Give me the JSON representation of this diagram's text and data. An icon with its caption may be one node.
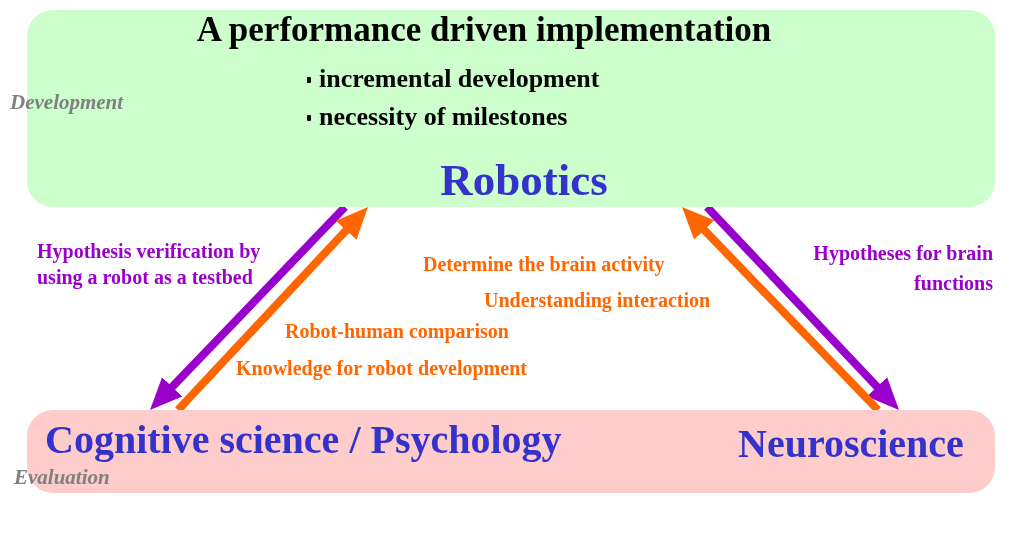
{
  "diagram": {
    "nodes": [
      {
        "text": [
          "A performance driven implementation",
          "incremental development",
          "necessity of milestones",
          "Robotics"
        ]
      },
      {
        "text": [
          "Cognitive science / Psychology",
          "Neuroscience"
        ]
      }
    ],
    "edges": [
      {
        "from": 0,
        "to": 1,
        "arrow": "to",
        "label": "Hypothesis verification by using a robot as a testbed",
        "color": "#9900cc"
      },
      {
        "from": 1,
        "to": 0,
        "arrow": "to",
        "color": "#ff6600"
      },
      {
        "from": 0,
        "to": 1,
        "arrow": "to",
        "label": "Hypotheses for brain functions",
        "color": "#9900cc"
      },
      {
        "from": 1,
        "to": 0,
        "arrow": "to",
        "color": "#ff6600"
      }
    ],
    "labels": [
      "Development",
      "Determine the brain activity",
      "Understanding interaction",
      "Robot-human comparison",
      "Knowledge for robot development",
      "Evaluation"
    ]
  }
}
